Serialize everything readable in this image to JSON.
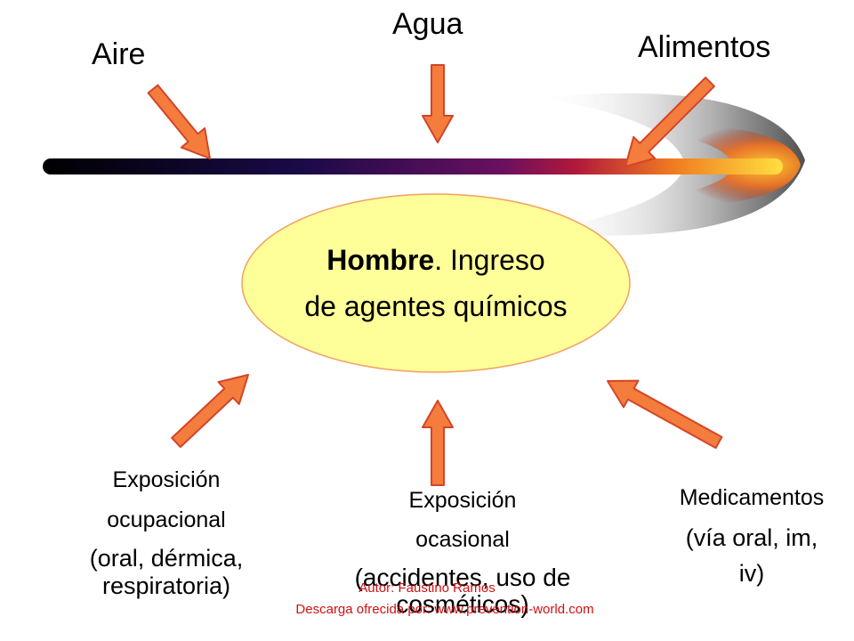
{
  "sources_top": {
    "aire": "Aire",
    "agua": "Agua",
    "alimentos": "Alimentos"
  },
  "center": {
    "title_bold": "Hombre",
    "title_rest": ". Ingreso",
    "line2": "de agentes químicos"
  },
  "sources_bottom": {
    "ocupacional": [
      "Exposición",
      "ocupacional",
      "(oral, dérmica,",
      "respiratoria)"
    ],
    "ocasional": [
      "Exposición",
      "ocasional",
      "(accidentes, uso de",
      "cosméticos)"
    ],
    "medicamentos": [
      "Medicamentos",
      "(vía oral, im,",
      "iv)"
    ]
  },
  "credit": {
    "author": "Autor: Faustino Ramos",
    "download": "Descarga ofrecida por: www.prevention-world.com"
  },
  "colors": {
    "arrow_fill": "#f47c3c",
    "arrow_stroke": "#d2452a",
    "ellipse_fill": "#ffff99",
    "ellipse_stroke": "#f0a060",
    "bar_start": "#000000",
    "bar_mid": "#8a1a60",
    "bar_end": "#ffd23a",
    "credit_color": "#d01010"
  }
}
